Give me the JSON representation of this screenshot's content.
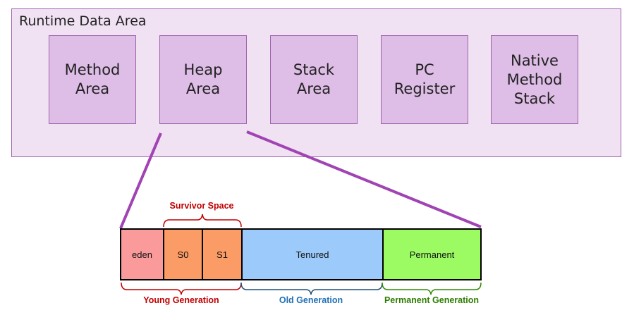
{
  "runtime": {
    "title": "Runtime Data Area",
    "areas": [
      {
        "label": "Method\nArea"
      },
      {
        "label": "Heap\nArea"
      },
      {
        "label": "Stack\nArea"
      },
      {
        "label": "PC\nRegister"
      },
      {
        "label": "Native\nMethod\nStack"
      }
    ]
  },
  "heap": {
    "segments": [
      {
        "label": "eden",
        "color": "#fb9a9b"
      },
      {
        "label": "S0",
        "color": "#fb9b65"
      },
      {
        "label": "S1",
        "color": "#fb9b65"
      },
      {
        "label": "Tenured",
        "color": "#9ccbfb"
      },
      {
        "label": "Permanent",
        "color": "#9cfb63"
      }
    ],
    "survivor_label": "Survivor Space",
    "young_label": "Young Generation",
    "old_label": "Old Generation",
    "perm_label": "Permanent Generation"
  },
  "colors": {
    "connector": "#a143b3",
    "survivor_brace": "#c00000",
    "young_brace": "#c00000",
    "old_brace": "#1f4e79",
    "perm_brace": "#2e8b00",
    "old_text": "#1f6fb5",
    "perm_text": "#2e7d00"
  }
}
